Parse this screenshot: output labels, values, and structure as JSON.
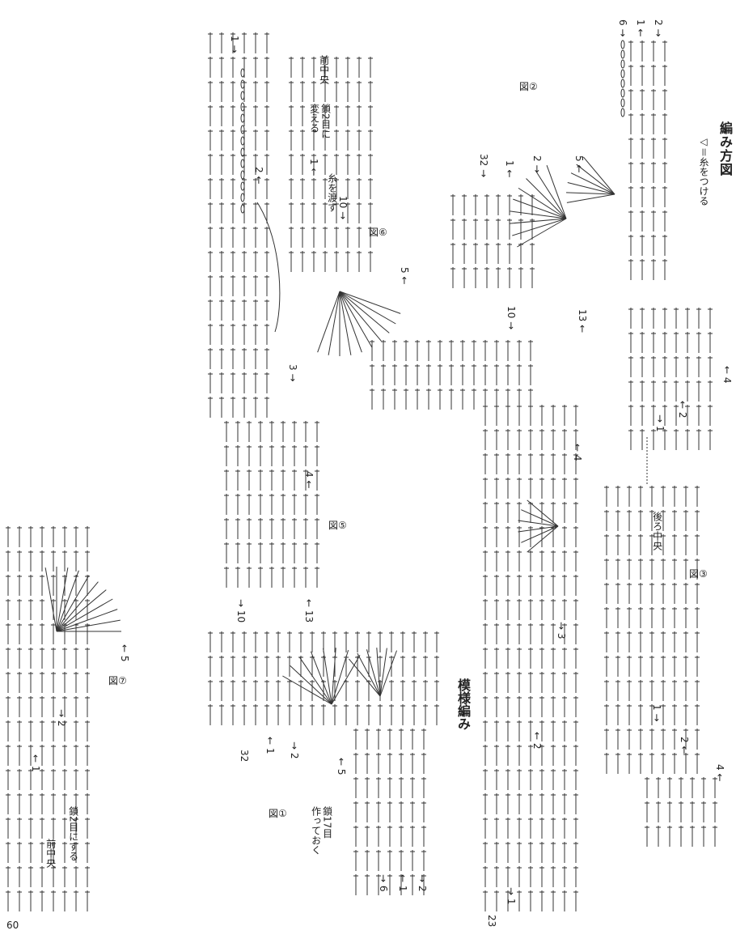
{
  "header": {
    "title": "編み方図",
    "legend": "◁＝糸をつける"
  },
  "section_label": "模様編み",
  "page_number": "60",
  "figures": [
    {
      "id": "fig1",
      "label": "図①",
      "notes": [
        "鎖17目",
        "作っておく"
      ],
      "row_numbers": [
        "2",
        "1",
        "6",
        "5",
        "2",
        "1",
        "32"
      ]
    },
    {
      "id": "fig2",
      "label": "図②",
      "notes": [],
      "row_numbers": [
        "2",
        "1",
        "6",
        "5",
        "2",
        "1",
        "32"
      ]
    },
    {
      "id": "fig3",
      "label": "図③",
      "notes": [
        "後ろ中央"
      ],
      "row_numbers": [
        "4",
        "2",
        "1",
        "1",
        "2",
        "4",
        "13"
      ]
    },
    {
      "id": "fig4",
      "label": "模様編み",
      "notes": [],
      "row_numbers": [
        "10",
        "13",
        "4",
        "3",
        "2",
        "1",
        "23"
      ]
    },
    {
      "id": "fig5",
      "label": "図⑤",
      "notes": [],
      "row_numbers": [
        "1",
        "2",
        "3",
        "4",
        "13",
        "10"
      ]
    },
    {
      "id": "fig6",
      "label": "図⑥",
      "notes": [
        "前中央",
        "鎖2目に",
        "変える",
        "糸を渡す"
      ],
      "row_numbers": [
        "1",
        "10",
        "5"
      ]
    },
    {
      "id": "fig7",
      "label": "図⑦",
      "notes": [
        "鎖2目にする",
        "前中央"
      ],
      "row_numbers": [
        "5",
        "2",
        "1"
      ]
    }
  ]
}
